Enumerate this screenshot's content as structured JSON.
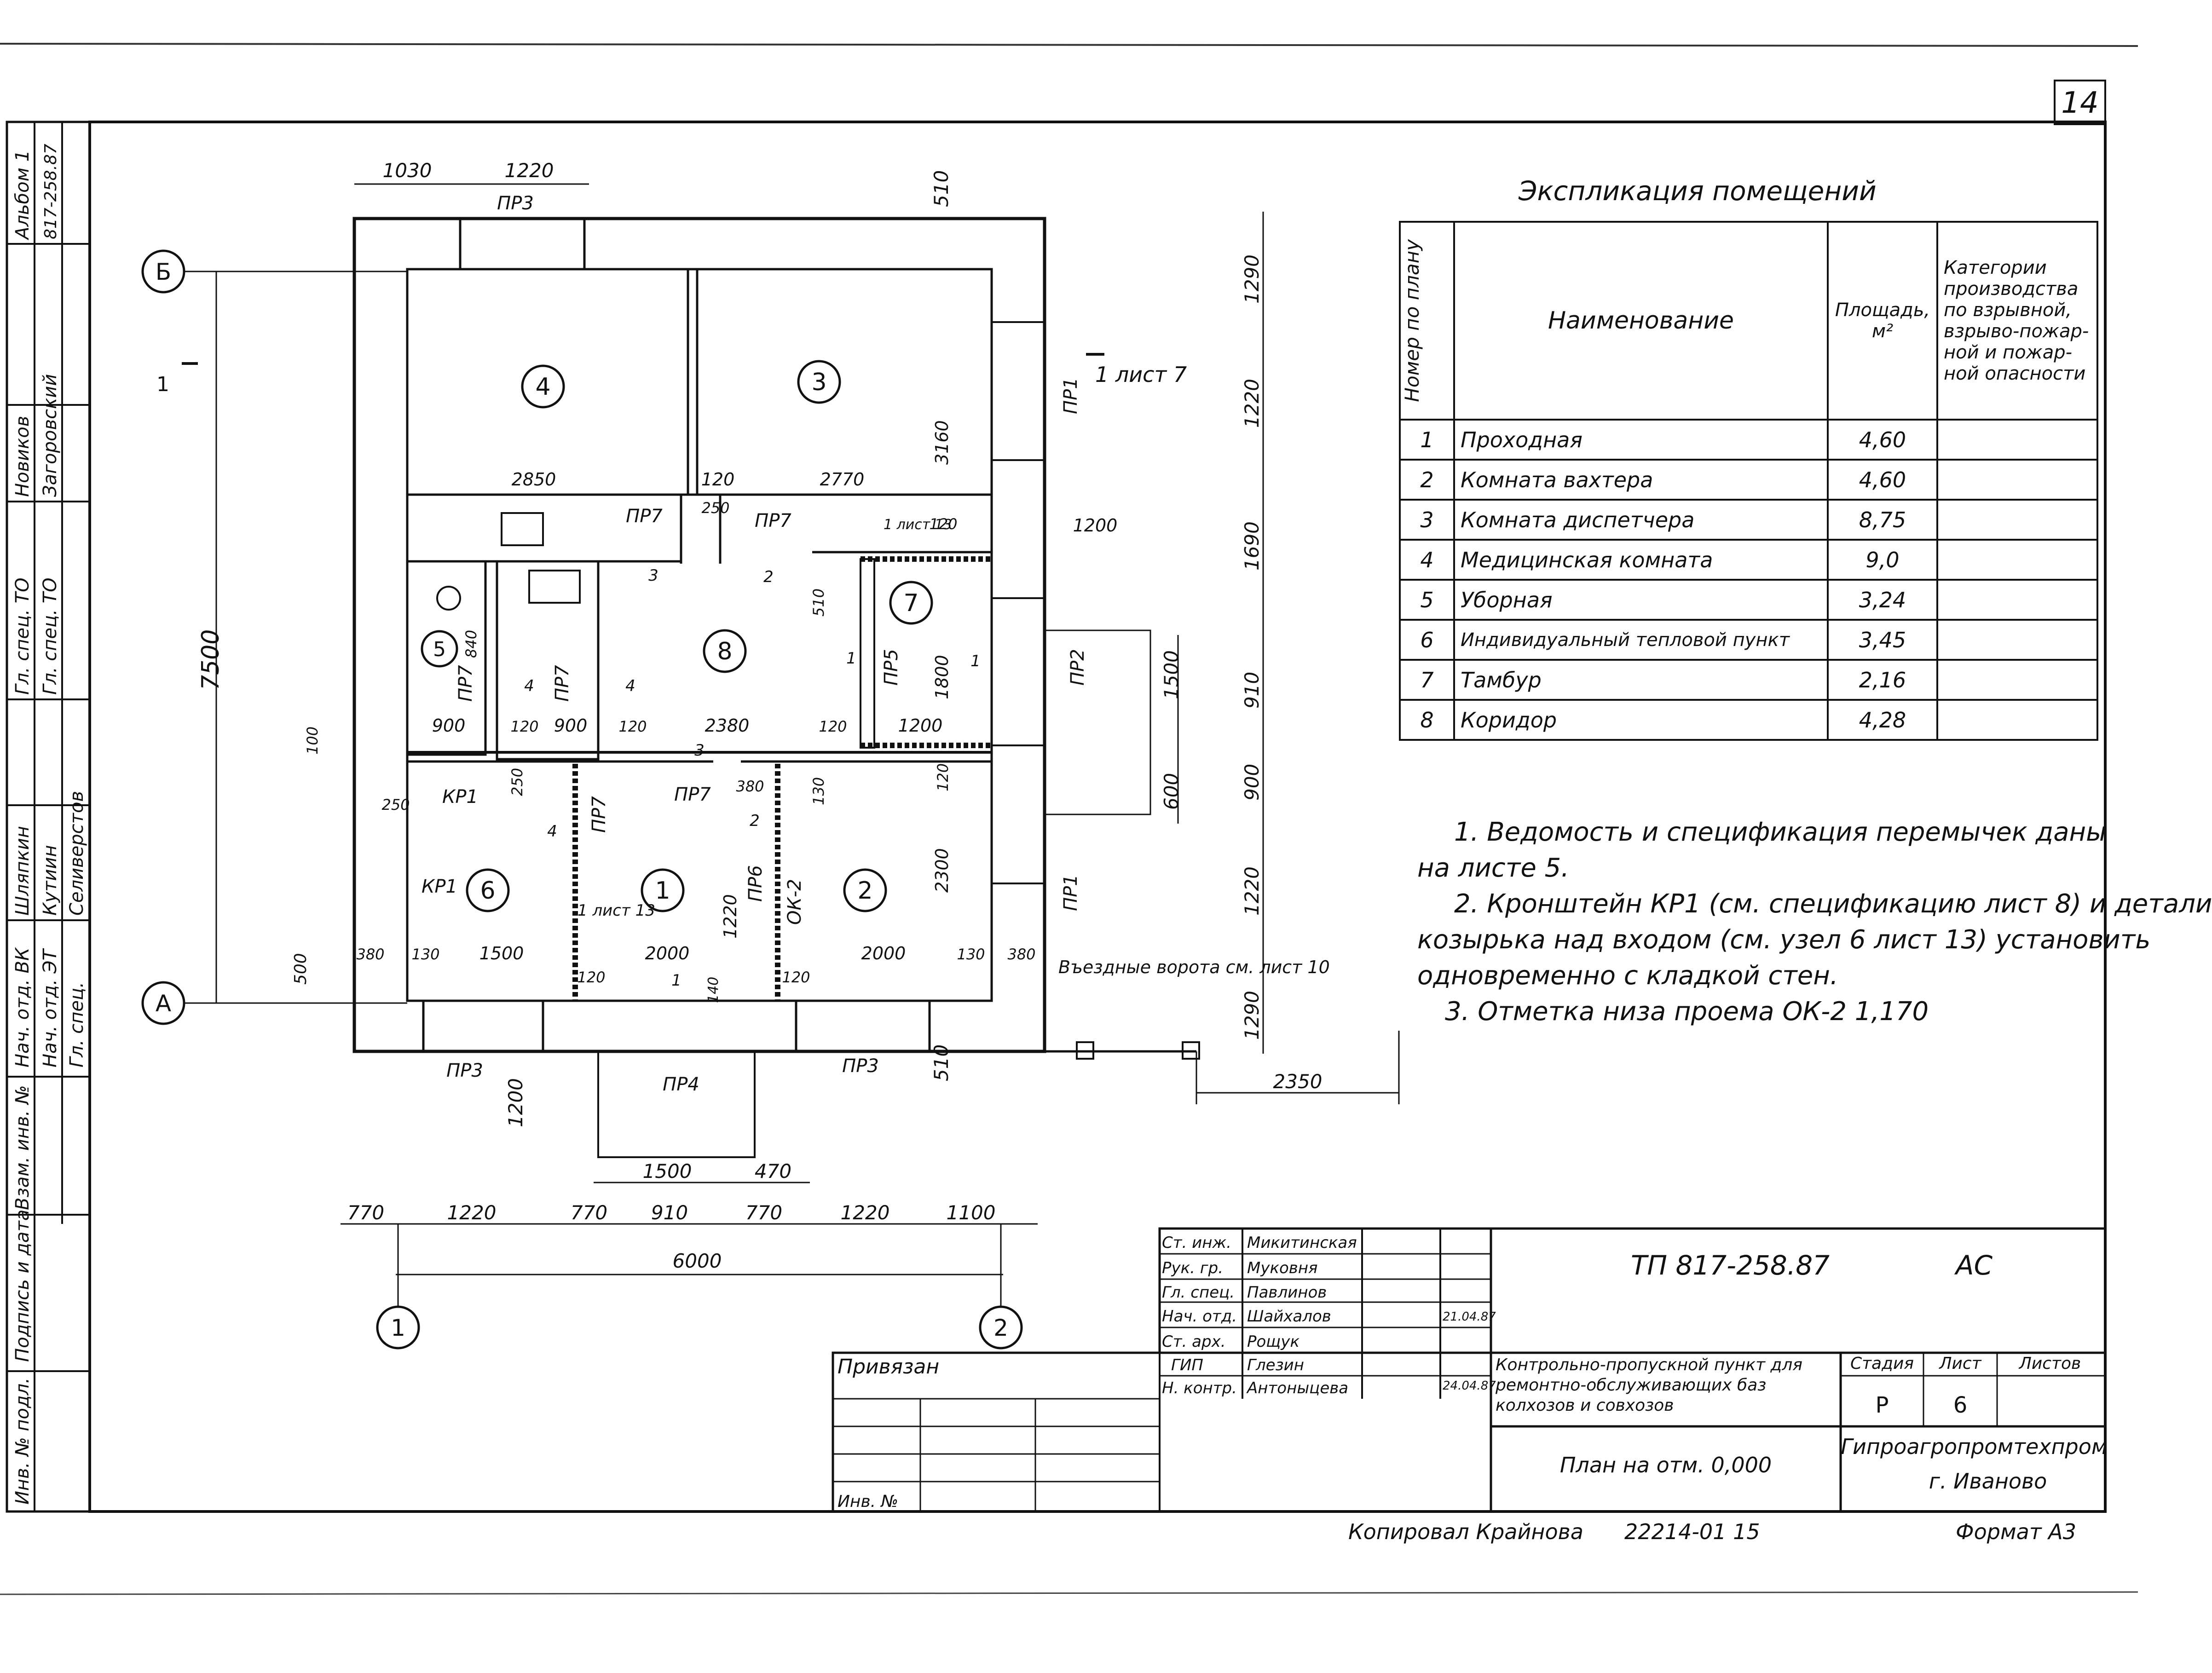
{
  "sheet": {
    "page_number": "14",
    "explication_title": "Экспликация помещений",
    "format": "Формат А3",
    "copied_by": "Копировал Крайнова",
    "copy_code": "22214-01 15"
  },
  "explication": {
    "headers": {
      "num": "Номер по плану",
      "name": "Наименование",
      "area": "Площадь, м²",
      "category": "Категории производства по взрывной, взрыво-пожар-ной и пожар-ной опасности"
    },
    "rows": [
      {
        "num": "1",
        "name": "Проходная",
        "area": "4,60"
      },
      {
        "num": "2",
        "name": "Комната вахтера",
        "area": "4,60"
      },
      {
        "num": "3",
        "name": "Комната диспетчера",
        "area": "8,75"
      },
      {
        "num": "4",
        "name": "Медицинская комната",
        "area": "9,0"
      },
      {
        "num": "5",
        "name": "Уборная",
        "area": "3,24"
      },
      {
        "num": "6",
        "name": "Индивидуальный тепловой пункт",
        "area": "3,45"
      },
      {
        "num": "7",
        "name": "Тамбур",
        "area": "2,16"
      },
      {
        "num": "8",
        "name": "Коридор",
        "area": "4,28"
      }
    ]
  },
  "notes": [
    "1. Ведомость и спецификация перемычек даны",
    "на листе 5.",
    "2. Кронштейн КР1 (см. спецификацию лист 8) и детали",
    "козырька над входом (см. узел 6 лист 13) установить",
    "одновременно с кладкой стен.",
    "3. Отметка низа проема ОК-2 1,170"
  ],
  "stamp": {
    "doc_code": "ТП 817-258.87",
    "mark": "АС",
    "project": "Контрольно-пропускной пункт для ремонтно-обслуживающих баз колхозов и совхозов",
    "sheet_name": "План на отм. 0,000",
    "stage_label": "Стадия",
    "sheet_label": "Лист",
    "sheets_label": "Листов",
    "stage": "Р",
    "sheet": "6",
    "org": "Гипроагропромтехпром",
    "city": "г. Иваново",
    "attached": "Привязан",
    "inv": "Инв. №",
    "date1": "21.04.87",
    "date2": "24.04.87",
    "roles": [
      "Ст. инж.",
      "Рук. гр.",
      "Гл. спец.",
      "Нач. отд.",
      "Ст. арх.",
      "ГИП",
      "Н. контр."
    ],
    "names": [
      "Микитинская",
      "Муковня",
      "Павлинов",
      "Шайхалов",
      "Рощук",
      "Глезин",
      "Антоныцева"
    ]
  },
  "side_stamp": {
    "cols": [
      [
        "Нач. отд. ВК",
        "Шляпкин",
        "Гл. спец. ТО",
        "Новиков",
        "Альбом 1"
      ],
      [
        "Нач. отд. ЭТ",
        "Кутиин",
        "Гл. спец. ТО",
        "Загоровский",
        "817-258.87"
      ],
      [
        "Гл. спец.",
        "Селиверстов"
      ]
    ],
    "bottom": [
      "Инв. № подл.",
      "Подпись и дата",
      "Взам. инв. №"
    ]
  },
  "plan": {
    "axes": {
      "b": "Б",
      "a": "А",
      "one": "1",
      "two": "2"
    },
    "dims_top": [
      "1030",
      "1220",
      "510"
    ],
    "dims_right": [
      "1290",
      "1220",
      "1690",
      "910",
      "900",
      "1220",
      "1290",
      "1500",
      "600"
    ],
    "dims_bottom": [
      "770",
      "1220",
      "770",
      "910",
      "770",
      "1220",
      "1100",
      "6000",
      "1500",
      "470",
      "1200",
      "2350",
      "510"
    ],
    "dim_total_height": "7500",
    "dims_inner": [
      "2850",
      "120",
      "2770",
      "250",
      "510",
      "120",
      "1200",
      "900",
      "120",
      "900",
      "120",
      "2380",
      "120",
      "1200",
      "840",
      "250",
      "380",
      "130",
      "120",
      "250",
      "380",
      "130",
      "1500",
      "2000",
      "2000",
      "130",
      "380",
      "120",
      "120",
      "140",
      "1220",
      "2300",
      "1800",
      "3160",
      "100",
      "500"
    ],
    "openings": [
      "ПР3",
      "ПР3",
      "ПР3",
      "ПР4",
      "ПР7",
      "ПР7",
      "ПР7",
      "ПР7",
      "ПР7",
      "ПР7",
      "ПР5",
      "ПР6",
      "ПР1",
      "ПР1",
      "ПР2",
      "ОК-2",
      "КР1",
      "КР1"
    ],
    "rooms": [
      "4",
      "3",
      "5",
      "8",
      "7",
      "6",
      "1",
      "2"
    ],
    "markers": [
      "3",
      "2",
      "4",
      "4",
      "1",
      "1",
      "3",
      "2",
      "4",
      "1"
    ],
    "section_1": "1",
    "section_ref": "1 лист 7",
    "ref_list13a": "1 лист 13",
    "ref_list13b": "1 лист 13",
    "gate_note": "Въездные ворота см. лист 10"
  }
}
